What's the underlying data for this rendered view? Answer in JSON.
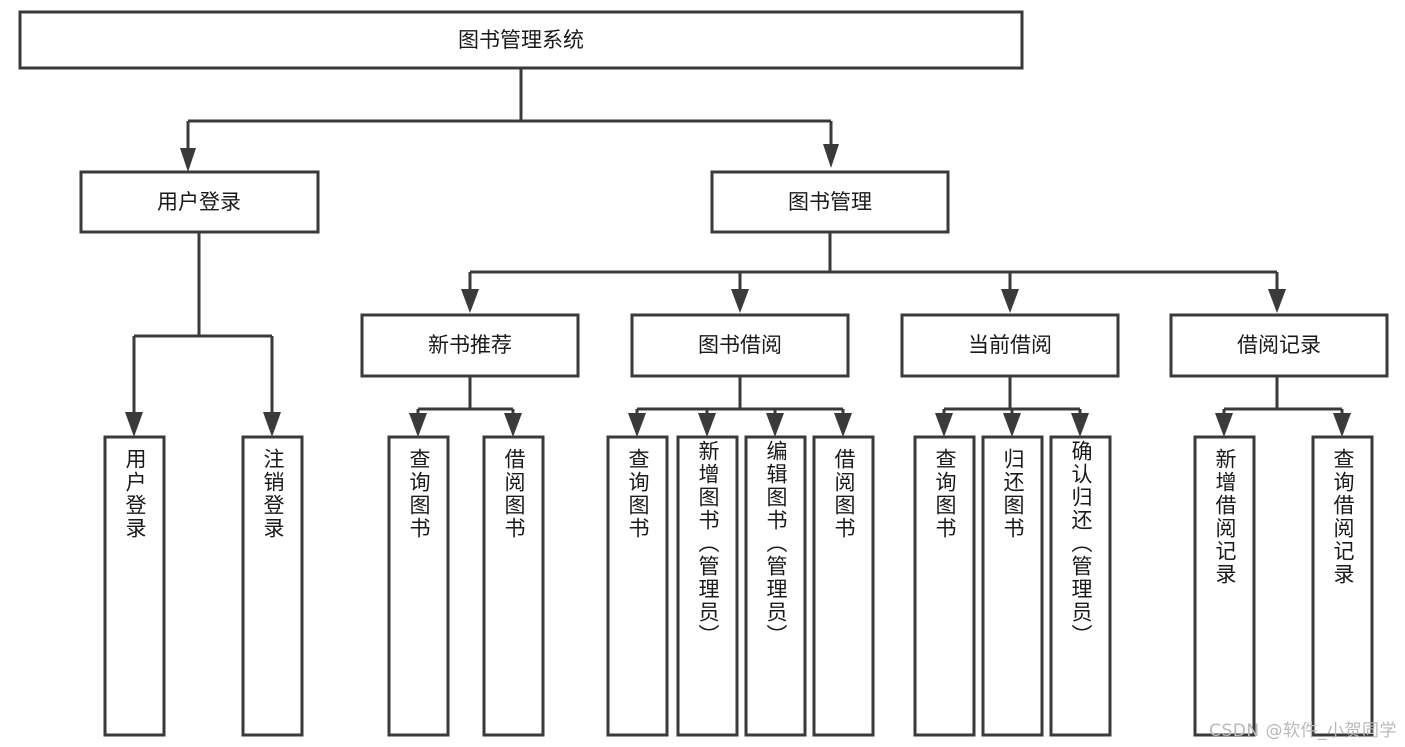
{
  "diagram": {
    "type": "tree",
    "title": "图书管理系统",
    "watermark": "CSDN @软件_小贺同学",
    "colors": {
      "box_stroke": "#3a3a3a",
      "box_fill": "#ffffff",
      "text": "#1a1a1a",
      "background": "#ffffff",
      "watermark": "#b9b9b9"
    },
    "root": {
      "label": "图书管理系统"
    },
    "level2": [
      {
        "label": "用户登录"
      },
      {
        "label": "图书管理"
      }
    ],
    "level3": [
      {
        "label": "新书推荐"
      },
      {
        "label": "图书借阅"
      },
      {
        "label": "当前借阅"
      },
      {
        "label": "借阅记录"
      }
    ],
    "leaves": {
      "user_login": [
        {
          "label": "用户登录"
        },
        {
          "label": "注销登录"
        }
      ],
      "new_book_recommend": [
        {
          "label": "查询图书"
        },
        {
          "label": "借阅图书"
        }
      ],
      "book_borrow": [
        {
          "label": "查询图书"
        },
        {
          "label": "新增图书（管理员）"
        },
        {
          "label": "编辑图书（管理员）"
        },
        {
          "label": "借阅图书"
        }
      ],
      "current_borrow": [
        {
          "label": "查询图书"
        },
        {
          "label": "归还图书"
        },
        {
          "label": "确认归还（管理员）"
        }
      ],
      "borrow_record": [
        {
          "label": "新增借阅记录"
        },
        {
          "label": "查询借阅记录"
        }
      ]
    }
  }
}
